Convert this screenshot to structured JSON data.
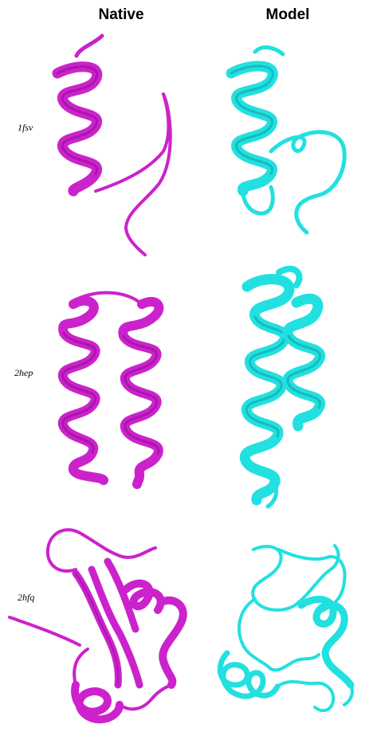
{
  "headers": {
    "native": "Native",
    "model": "Model"
  },
  "rows": [
    {
      "label": "1fsv"
    },
    {
      "label": "2hep"
    },
    {
      "label": "2hfq"
    }
  ],
  "colors": {
    "native": "#cc22cc",
    "native_dark": "#8a0e8a",
    "model": "#22e0e0",
    "model_dark": "#0f9c9c"
  }
}
